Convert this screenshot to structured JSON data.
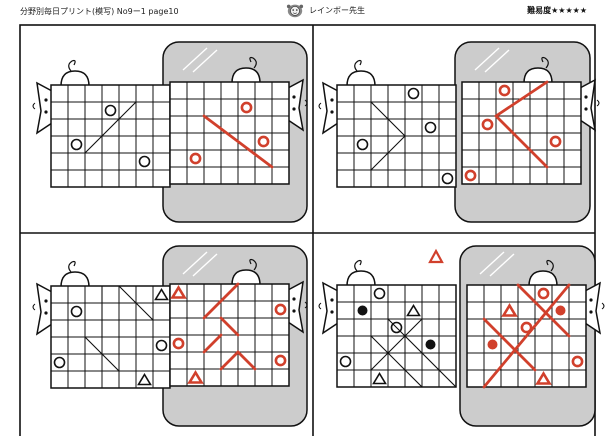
{
  "header": {
    "title": "分野別毎日プリント(模写) No9ー1 page10",
    "author": "レインボー先生",
    "difficulty": "難易度★★★★★"
  },
  "colors": {
    "mark": "#d1402c",
    "panel": "#cccccc",
    "ink": "#111111"
  },
  "puzzles": [
    {
      "id": "p1",
      "marks": [
        {
          "shape": "circle",
          "cell": [
            1,
            3
          ]
        },
        {
          "shape": "circle",
          "cell": [
            3,
            1
          ]
        },
        {
          "shape": "circle",
          "cell": [
            4,
            5
          ]
        }
      ],
      "lines": [
        [
          [
            1,
            5
          ],
          [
            4,
            2
          ]
        ]
      ],
      "answer": {
        "marks": [
          {
            "shape": "circle",
            "cell": [
              1,
              4
            ]
          },
          {
            "shape": "circle",
            "cell": [
              3,
              5
            ]
          },
          {
            "shape": "circle",
            "cell": [
              4,
              1
            ]
          }
        ],
        "lines": [
          [
            [
              2,
              2
            ],
            [
              5,
              6
            ]
          ]
        ]
      }
    },
    {
      "id": "p2",
      "marks": [
        {
          "shape": "circle",
          "cell": [
            0,
            4
          ]
        },
        {
          "shape": "circle",
          "cell": [
            2,
            5
          ]
        },
        {
          "shape": "circle",
          "cell": [
            3,
            1
          ]
        },
        {
          "shape": "circle",
          "cell": [
            5,
            6
          ]
        }
      ],
      "lines": [
        [
          [
            1,
            2
          ],
          [
            3,
            4
          ]
        ],
        [
          [
            3,
            4
          ],
          [
            5,
            2
          ]
        ]
      ],
      "answer": {
        "marks": [
          {
            "shape": "circle",
            "cell": [
              0,
              2
            ]
          },
          {
            "shape": "circle",
            "cell": [
              2,
              1
            ]
          },
          {
            "shape": "circle",
            "cell": [
              3,
              5
            ]
          },
          {
            "shape": "circle",
            "cell": [
              5,
              0
            ]
          }
        ],
        "lines": [
          [
            [
              0,
              5
            ],
            [
              2,
              2
            ]
          ],
          [
            [
              2,
              2
            ],
            [
              5,
              5
            ]
          ]
        ]
      }
    },
    {
      "id": "p3",
      "marks": [
        {
          "shape": "triangle",
          "cell": [
            0,
            6
          ]
        },
        {
          "shape": "circle",
          "cell": [
            1,
            1
          ]
        },
        {
          "shape": "circle",
          "cell": [
            3,
            6
          ]
        },
        {
          "shape": "circle",
          "cell": [
            4,
            0
          ]
        },
        {
          "shape": "triangle",
          "cell": [
            5,
            5
          ]
        }
      ],
      "lines": [
        [
          [
            0,
            3
          ],
          [
            3,
            3
          ]
        ],
        [
          [
            0,
            4
          ],
          [
            2,
            6
          ]
        ],
        [
          [
            3,
            2
          ],
          [
            5,
            4
          ]
        ]
      ],
      "answer": {
        "marks": [
          {
            "shape": "triangle",
            "cell": [
              0,
              0
            ]
          },
          {
            "shape": "circle",
            "cell": [
              1,
              6
            ]
          },
          {
            "shape": "circle",
            "cell": [
              3,
              0
            ]
          },
          {
            "shape": "circle",
            "cell": [
              4,
              6
            ]
          },
          {
            "shape": "triangle",
            "cell": [
              5,
              1
            ]
          }
        ],
        "lines": [
          [
            [
              0,
              4
            ],
            [
              2,
              2
            ]
          ],
          [
            [
              2,
              3
            ],
            [
              3,
              4
            ]
          ],
          [
            [
              4,
              2
            ],
            [
              3,
              3
            ]
          ],
          [
            [
              5,
              3
            ],
            [
              4,
              4
            ]
          ],
          [
            [
              4,
              4
            ],
            [
              5,
              5
            ]
          ]
        ]
      }
    },
    {
      "id": "p4",
      "marks": [
        {
          "shape": "circle",
          "cell": [
            0,
            2
          ]
        },
        {
          "shape": "dot",
          "cell": [
            1,
            1
          ]
        },
        {
          "shape": "triangle",
          "cell": [
            1,
            4
          ]
        },
        {
          "shape": "circle",
          "cell": [
            2,
            3
          ]
        },
        {
          "shape": "dot",
          "cell": [
            3,
            5
          ]
        },
        {
          "shape": "circle",
          "cell": [
            4,
            0
          ]
        },
        {
          "shape": "triangle",
          "cell": [
            5,
            2
          ]
        }
      ],
      "lines": [
        [
          [
            2,
            3
          ],
          [
            6,
            7
          ]
        ],
        [
          [
            5,
            2
          ],
          [
            2,
            5
          ]
        ],
        [
          [
            3,
            2
          ],
          [
            6,
            5
          ]
        ]
      ],
      "answer": {
        "marks": [
          {
            "shape": "circle",
            "cell": [
              0,
              4
            ]
          },
          {
            "shape": "triangle",
            "cell": [
              1,
              2
            ]
          },
          {
            "shape": "dot",
            "cell": [
              1,
              5
            ]
          },
          {
            "shape": "circle",
            "cell": [
              2,
              3
            ]
          },
          {
            "shape": "dot",
            "cell": [
              3,
              1
            ]
          },
          {
            "shape": "circle",
            "cell": [
              4,
              6
            ]
          },
          {
            "shape": "triangle",
            "cell": [
              5,
              4
            ]
          }
        ],
        "lines": [
          [
            [
              0,
              3
            ],
            [
              3,
              6
            ]
          ],
          [
            [
              0,
              6
            ],
            [
              6,
              1
            ]
          ],
          [
            [
              2,
              1
            ],
            [
              5,
              4
            ]
          ]
        ]
      }
    }
  ],
  "extra_mark": {
    "shape": "triangle"
  }
}
